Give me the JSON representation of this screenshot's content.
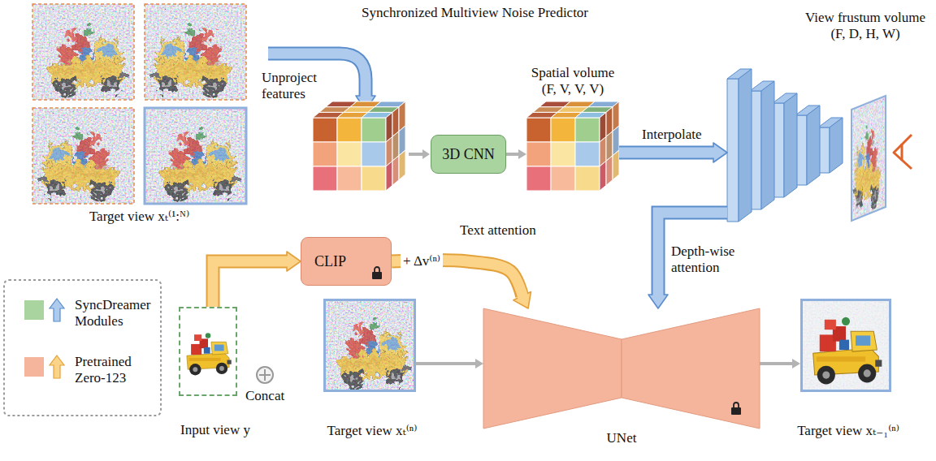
{
  "diagram": {
    "title": "Synchronized Multiview Noise Predictor",
    "nodes": [
      {
        "text": [
          "Target view xₜ⁽¹:ᴺ⁾"
        ]
      },
      {
        "text": [
          "3D CNN"
        ]
      },
      {
        "text": [
          "Spatial volume (F, V, V, V)"
        ]
      },
      {
        "text": [
          "View frustum volume (F, D, H, W)"
        ]
      },
      {
        "text": [
          "Input view y"
        ]
      },
      {
        "text": [
          "CLIP"
        ]
      },
      {
        "text": [
          "Target view xₜ⁽ⁿ⁾"
        ]
      },
      {
        "text": [
          "UNet"
        ]
      },
      {
        "text": [
          "Target view xₜ₋₁⁽ⁿ⁾"
        ]
      }
    ],
    "edges": [
      {
        "from": 1,
        "to": 2,
        "arrow": "to"
      },
      {
        "from": 2,
        "to": 3,
        "label": "Interpolate",
        "arrow": "to"
      },
      {
        "from": 3,
        "to": 7,
        "label": "Depth-wise attention",
        "arrow": "to"
      },
      {
        "from": 4,
        "to": 5,
        "arrow": "to"
      },
      {
        "from": 5,
        "to": 7,
        "label": "Text attention",
        "arrow": "to"
      },
      {
        "from": 6,
        "to": 7,
        "arrow": "to"
      },
      {
        "from": 7,
        "to": 8,
        "arrow": "to"
      }
    ],
    "labels": [
      "Unproject features",
      "+ Δv⁽ⁿ⁾",
      "Concat"
    ],
    "legend": [
      {
        "text": "SyncDreamer Modules",
        "color": "#a9d4a0"
      },
      {
        "text": "Pretrained Zero-123",
        "color": "#f4b59c"
      }
    ]
  }
}
